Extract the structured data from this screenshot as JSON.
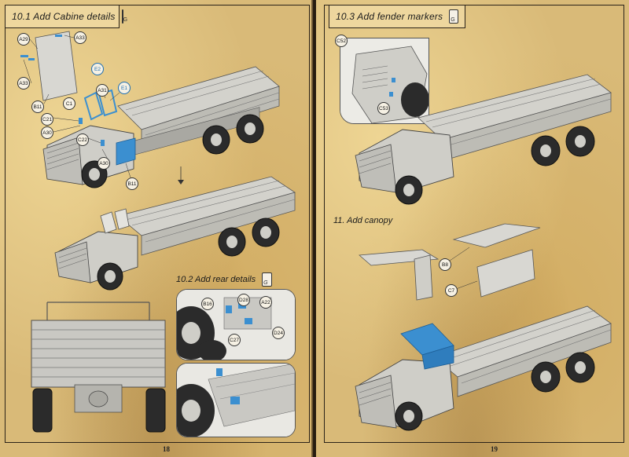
{
  "left_page": {
    "step_10_1": {
      "title": "10.1 Add Cabine details"
    },
    "step_10_2": {
      "title": "10.2 Add rear details"
    },
    "page_number": "18",
    "callouts_10_1": [
      "A29",
      "A33",
      "A33",
      "B11",
      "E2",
      "C1",
      "A31",
      "E1",
      "C21",
      "A30",
      "C22",
      "A30",
      "B11"
    ],
    "callouts_10_2": [
      "B16",
      "D28",
      "A22",
      "C27",
      "D24"
    ]
  },
  "right_page": {
    "step_10_3": {
      "title": "10.3 Add fender markers"
    },
    "step_11": {
      "title": "11. Add canopy"
    },
    "page_number": "19",
    "callouts_10_3": [
      "C52",
      "C53"
    ],
    "callouts_11": [
      "B8",
      "C7"
    ]
  },
  "colors": {
    "paper": "#d9ba78",
    "model_grey": "#c9c8c3",
    "highlight_blue": "#3b8fd0",
    "outline": "#2a2218"
  },
  "icons": [
    "glue-icon"
  ]
}
